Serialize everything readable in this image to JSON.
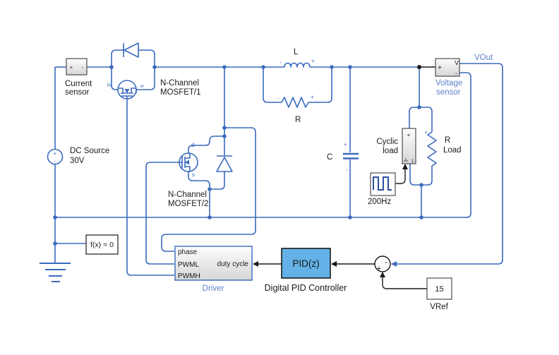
{
  "colors": {
    "wire_blue": "#3a6abe",
    "label_blue": "#5e82c8",
    "signal_black": "#1a1a1a",
    "pid_fill": "#63b1e6",
    "block_border_gray": "#4d4d4d",
    "plus_red": "#cc4b37",
    "pulse_navy": "#2d4e9e",
    "background": "#ffffff"
  },
  "labels": {
    "current_sensor_line1": "Current",
    "current_sensor_line2": "sensor",
    "current_sensor_plus": "+",
    "current_sensor_minus": "-",
    "dc_source_line1": "DC Source",
    "dc_source_line2": "30V",
    "dc_plus": "+",
    "dc_minus": "-",
    "mosfet1_line1": "N-Channel",
    "mosfet1_line2": "MOSFET/1",
    "mosfet1_d": "d",
    "mosfet1_s": "s",
    "mosfet2_line1": "N-Channel",
    "mosfet2_line2": "MOSFET/2",
    "mosfet2_d": "d",
    "mosfet2_s": "s",
    "inductor": "L",
    "inductor_minus": "-",
    "inductor_plus": "+",
    "snubber_r": "R",
    "snubber_minus": "-",
    "snubber_plus": "+",
    "capacitor": "C",
    "capacitor_plus": "+",
    "capacitor_minus": "-",
    "cyclic_line1": "Cyclic",
    "cyclic_line2": "load",
    "cyclic_plus": "+",
    "cyclic_one": "1",
    "pulse": "200Hz",
    "rload_line1": "R",
    "rload_line2": "Load",
    "rload_plus": "+",
    "vsensor_line1": "Voltage",
    "vsensor_line2": "sensor",
    "vsensor_v": "V",
    "vsensor_plus": "+",
    "vsensor_minus": "-",
    "vout": "VOut",
    "solver": "f(x) = 0",
    "driver_port_phase": "phase",
    "driver_port_pwml": "PWML",
    "driver_port_pwmh": "PWMH",
    "driver_port_duty": "duty cycle",
    "driver": "Driver",
    "pid": "PID(z)",
    "pid_caption": "Digital PID Controller",
    "sum_plus": "+",
    "sum_minus": "-",
    "vref_value": "15",
    "vref": "VRef"
  }
}
